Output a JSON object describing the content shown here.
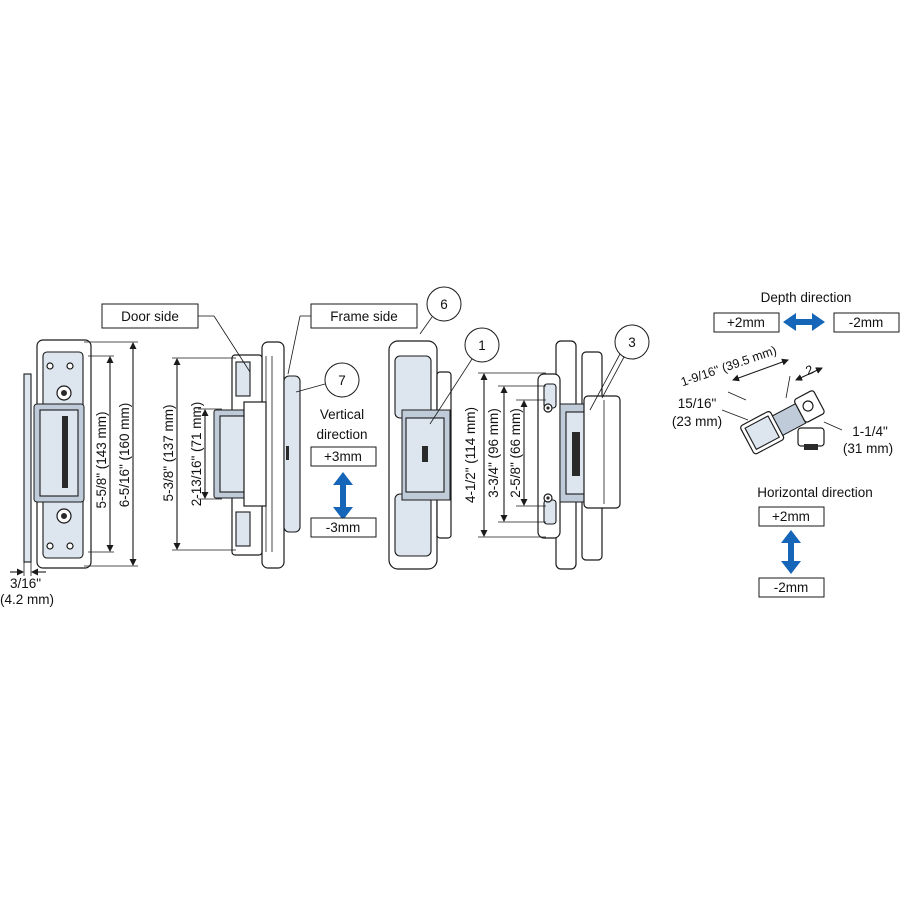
{
  "labels": {
    "door_side": "Door side",
    "frame_side": "Frame side",
    "vertical_direction_l1": "Vertical",
    "vertical_direction_l2": "direction",
    "vertical_plus": "+3mm",
    "vertical_minus": "-3mm",
    "depth_direction": "Depth direction",
    "depth_plus": "+2mm",
    "depth_minus": "-2mm",
    "horizontal_direction": "Horizontal direction",
    "horizontal_plus": "+2mm",
    "horizontal_minus": "-2mm"
  },
  "callouts": {
    "c1": "1",
    "c3": "3",
    "c6": "6",
    "c7": "7"
  },
  "dimensions": {
    "view1_h1": "5-5/8\" (143 mm)",
    "view1_h2": "6-5/16\" (160 mm)",
    "view1_w1": "3/16\"",
    "view1_w2": "(4.2 mm)",
    "view2_h1": "5-3/8\" (137 mm)",
    "view2_h2": "2-13/16\" (71 mm)",
    "view4_h1": "4-1/2\" (114 mm)",
    "view4_h2": "3-3/4\" (96 mm)",
    "view4_h3": "2-5/8\" (66 mm)",
    "depth_d1": "1-9/16\" (39.5 mm)",
    "depth_d2": "2",
    "depth_d3_l1": "15/16\"",
    "depth_d3_l2": "(23 mm)",
    "depth_d4_l1": "1-1/4\"",
    "depth_d4_l2": "(31 mm)"
  },
  "colors": {
    "arrow": "#1565b8",
    "line": "#1a1a1a",
    "metal": "#dde6ef"
  },
  "icons": {
    "vertical_arrow": "double-arrow-vertical-icon",
    "depth_arrow": "double-arrow-horizontal-icon",
    "horizontal_arrow": "double-arrow-vertical-icon"
  }
}
